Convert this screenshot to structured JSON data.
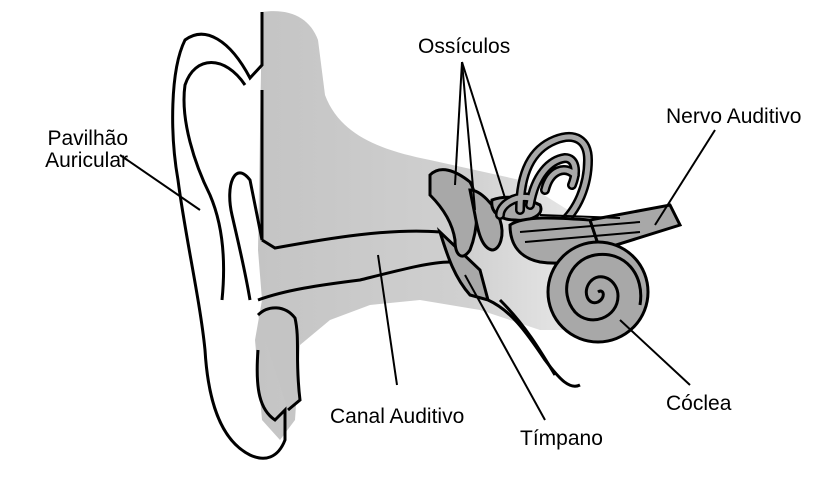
{
  "labels": {
    "pavilhao_line1": "Pavilhão",
    "pavilhao_line2": "Auricular",
    "ossiculos": "Ossículos",
    "nervo_auditivo": "Nervo Auditivo",
    "canal_auditivo": "Canal Auditivo",
    "timpano": "Tímpano",
    "coclea": "Cóclea"
  },
  "colors": {
    "outline": "#000000",
    "canal_gray": "#c8c8c8",
    "inner_ear_gray": "#a8a8a8",
    "background": "#ffffff"
  }
}
